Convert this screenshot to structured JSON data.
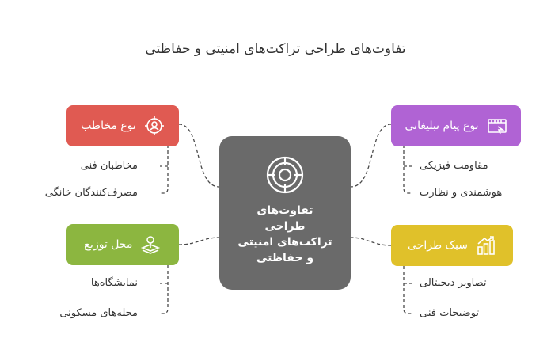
{
  "title": "تفاوت‌های طراحی تراکت‌های امنیتی و حفاظتی",
  "center": {
    "lines": [
      "تفاوت‌های",
      "طراحی",
      "تراکت‌های امنیتی",
      "و حفاظتی"
    ],
    "icon": "target-icon"
  },
  "nodes": {
    "top_left": {
      "label": "نوع مخاطب",
      "color": "#e05a52",
      "icon": "person-target-icon",
      "items": [
        "مخاطبان فنی",
        "مصرف‌کنندگان خانگی"
      ]
    },
    "bottom_left": {
      "label": "محل توزیع",
      "color": "#8cb640",
      "icon": "map-pin-icon",
      "items": [
        "نمایشگاه‌ها",
        "محله‌های مسکونی"
      ]
    },
    "top_right": {
      "label": "نوع پیام تبلیغاتی",
      "color": "#b063d4",
      "icon": "film-clapper-icon",
      "items": [
        "مقاومت فیزیکی",
        "هوشمندی و نظارت"
      ]
    },
    "bottom_right": {
      "label": "سبک طراحی",
      "color": "#e0c12a",
      "icon": "growth-chart-icon",
      "items": [
        "تصاویر دیجیتالی",
        "توضیحات فنی"
      ]
    }
  }
}
